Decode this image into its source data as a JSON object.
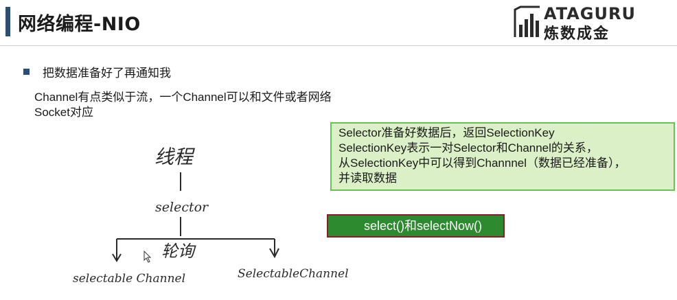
{
  "header": {
    "title": "网络编程-NIO"
  },
  "logo": {
    "line1": "ATAGURU",
    "line2": "炼数成金"
  },
  "content": {
    "bullet": "把数据准备好了再通知我",
    "paragraph": [
      "Channel有点类似于流，一个Channel可以和文件或者网络",
      "Socket对应"
    ]
  },
  "callout": {
    "lines": [
      "Selector准备好数据后，返回SelectionKey",
      "SelectionKey表示一对Selector和Channel的关系，",
      "从SelectionKey中可以得到Channnel（数据已经准备），",
      "并读取数据"
    ]
  },
  "method_box": {
    "label": "select()和selectNow()"
  },
  "diagram": {
    "thread": "线程",
    "selector": "selector",
    "poll": "轮询",
    "channel_left": "selectable Channel",
    "channel_right": "SelectableChannel"
  },
  "colors": {
    "accent": "#2a4f73",
    "callout_bg": "#dbf0c6",
    "callout_border": "#6bbf59",
    "button_bg": "#2e8a2f",
    "button_border": "#8b1c2c"
  }
}
